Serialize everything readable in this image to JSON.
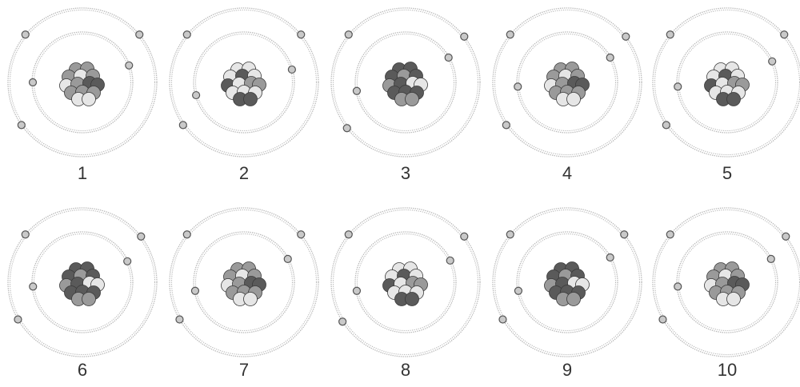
{
  "atoms": [
    {
      "label": "1"
    },
    {
      "label": "2"
    },
    {
      "label": "3"
    },
    {
      "label": "4"
    },
    {
      "label": "5"
    },
    {
      "label": "6"
    },
    {
      "label": "7"
    },
    {
      "label": "8"
    },
    {
      "label": "9"
    },
    {
      "label": "10"
    }
  ],
  "colors": {
    "orbit": "#b8b8b8",
    "electron_fill": "#c9c9c9",
    "electron_stroke": "#555555",
    "nucleus_dark": "#5a5a5a",
    "nucleus_mid": "#9a9a9a",
    "nucleus_light": "#e6e6e6"
  }
}
